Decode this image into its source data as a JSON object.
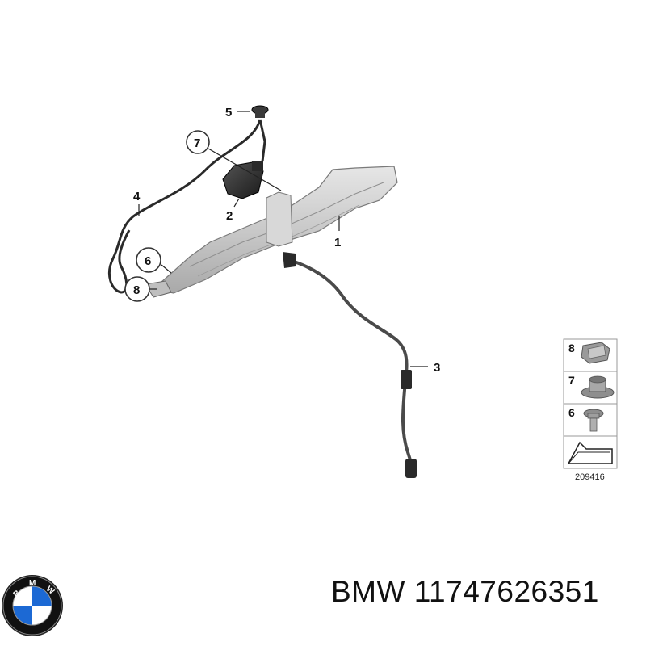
{
  "callouts": {
    "c1": "1",
    "c2": "2",
    "c3": "3",
    "c4": "4",
    "c5": "5",
    "c6": "6",
    "c7": "7",
    "c8": "8"
  },
  "legend": {
    "items": [
      "8",
      "7",
      "6"
    ],
    "diagram_id": "209416"
  },
  "logo": {
    "letters": "BMW",
    "colors": {
      "blue": "#1c69d4",
      "white": "#ffffff",
      "ring": "#111111"
    }
  },
  "footer": {
    "brand": "BMW",
    "part_number": "11747626351"
  }
}
